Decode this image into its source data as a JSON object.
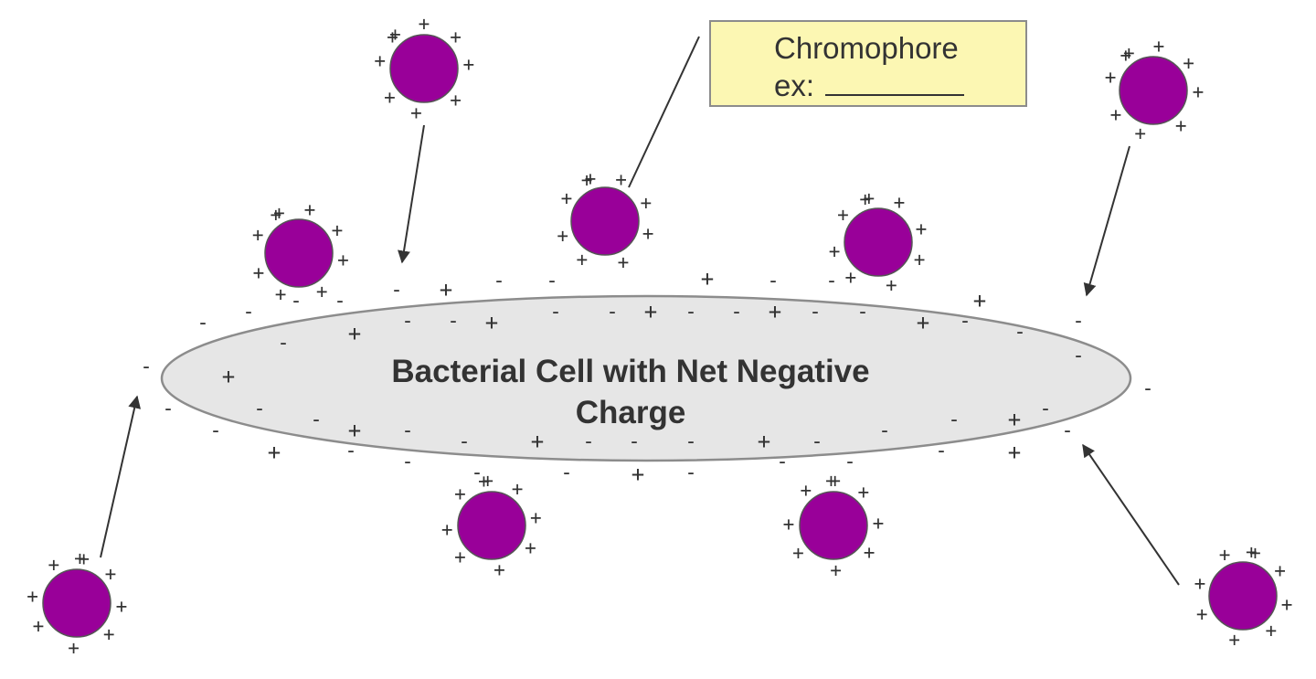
{
  "cell": {
    "label_line1": "Bacterial Cell with Net Negative",
    "label_line2": "Charge"
  },
  "callout": {
    "line1": "Chromophore",
    "line2": "ex:"
  },
  "colors": {
    "cell_fill": "#e6e6e6",
    "cell_stroke": "#8c8c8c",
    "chromophore_fill": "#990099",
    "callout_fill": "#fcf7b3",
    "text": "#333333"
  }
}
